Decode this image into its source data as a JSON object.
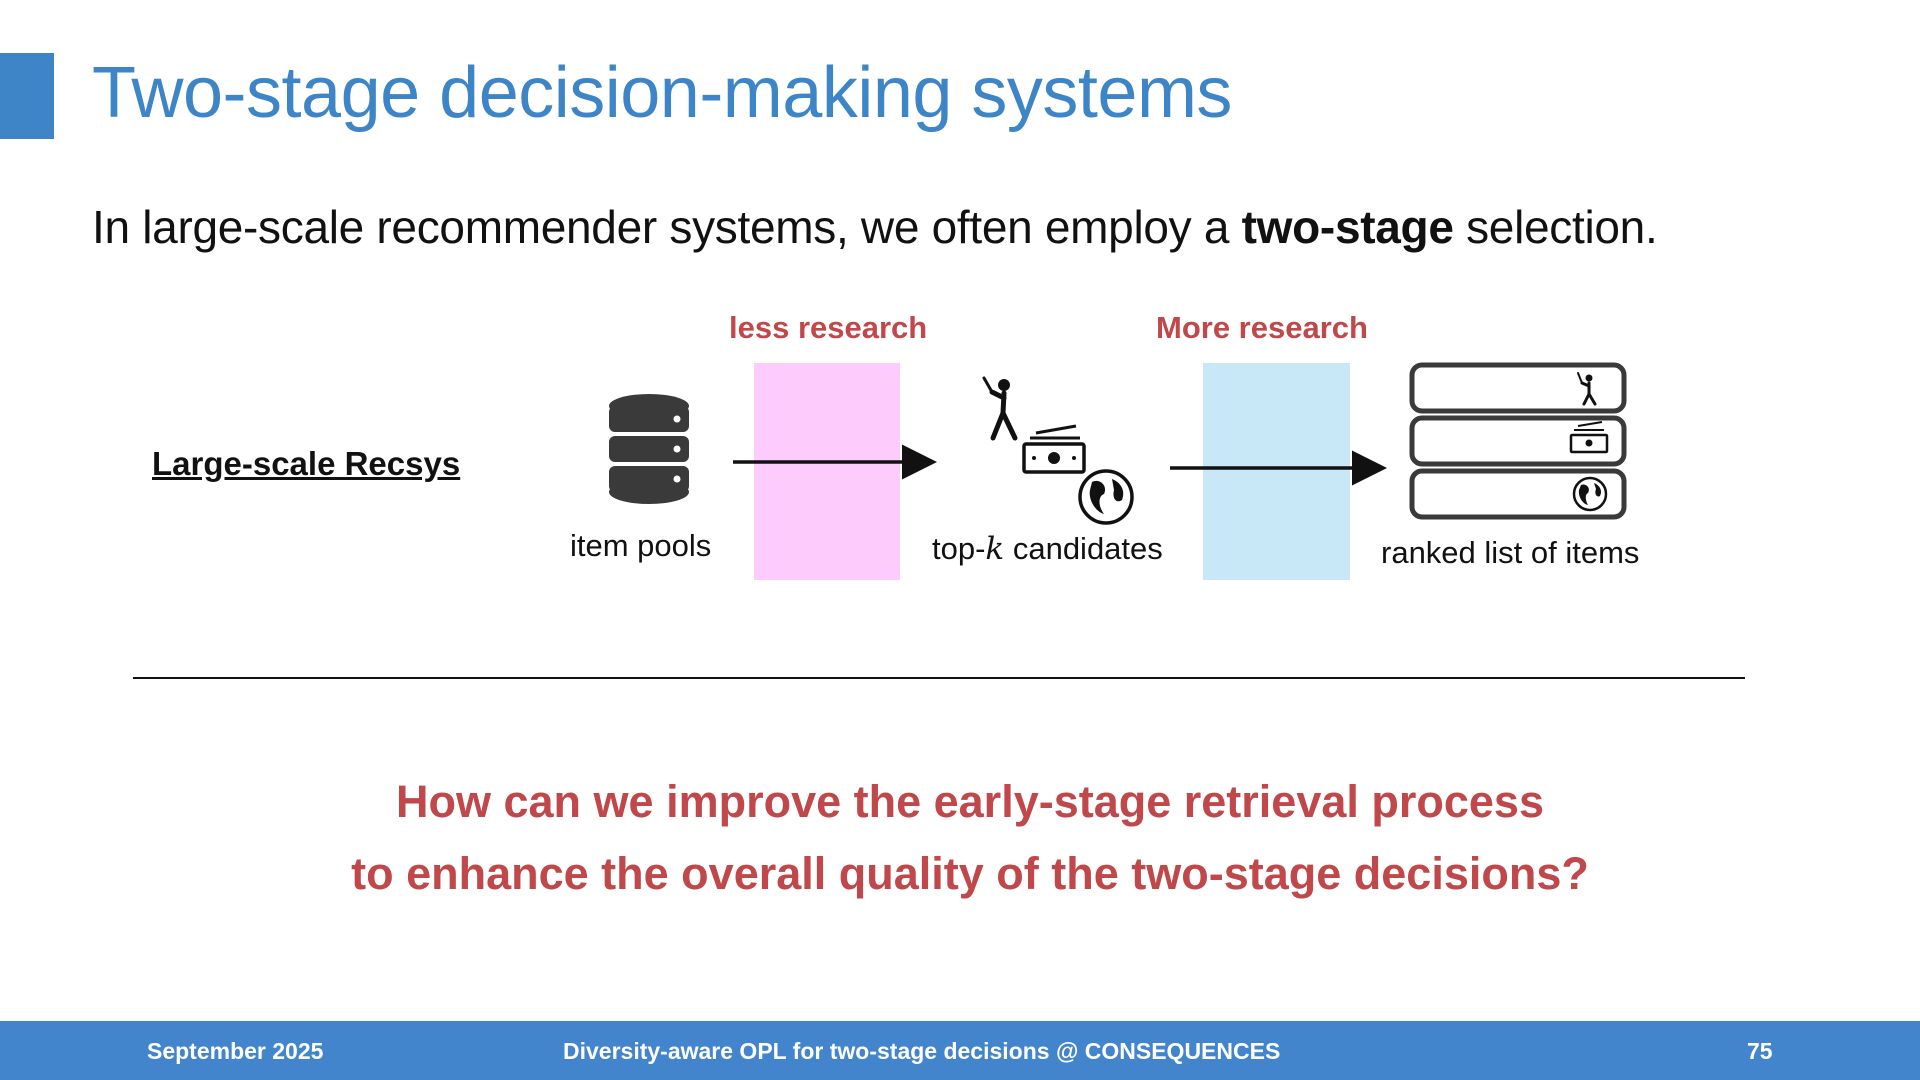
{
  "title": "Two-stage decision-making systems",
  "intro": {
    "before": "In large-scale recommender systems, we often employ a ",
    "bold": "two-stage",
    "after": " selection."
  },
  "diagram": {
    "row_label": "Large-scale Recsys",
    "stage1_label": "less research",
    "stage2_label": "More research",
    "item_pool_caption": "item pools",
    "candidates_caption_prefix": "top-",
    "candidates_caption_var": "k",
    "candidates_caption_suffix": " candidates",
    "ranked_caption": "ranked list of items",
    "icons": [
      "database-icon",
      "baseball-player-icon",
      "money-icon",
      "globe-icon"
    ]
  },
  "question": {
    "line1": "How can we improve the early-stage retrieval process",
    "line2": "to enhance the overall quality of the two-stage decisions?"
  },
  "footer": {
    "date": "September 2025",
    "talk": "Diversity-aware OPL for two-stage decisions @ CONSEQUENCES",
    "page": "75"
  },
  "colors": {
    "title_blue": "#3d85c6",
    "accent_red": "#c0474a",
    "stage1_fill": "#fdccfd",
    "stage2_fill": "#c8e8f8",
    "footer_blue": "#4285cc"
  }
}
